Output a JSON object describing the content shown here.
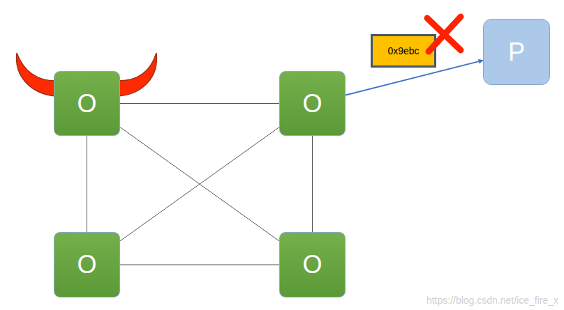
{
  "diagram": {
    "nodes": [
      {
        "text": [
          "O"
        ]
      },
      {
        "text": [
          "O"
        ]
      },
      {
        "text": [
          "0x9ebc"
        ]
      },
      {
        "text": [
          "P"
        ]
      },
      {
        "text": [
          "O"
        ]
      },
      {
        "text": [
          "O"
        ]
      }
    ],
    "edges": [
      {
        "from": 0,
        "to": 1,
        "arrow": "none"
      },
      {
        "from": 0,
        "to": 4,
        "arrow": "none"
      },
      {
        "from": 0,
        "to": 5,
        "arrow": "none"
      },
      {
        "from": 1,
        "to": 4,
        "arrow": "none"
      },
      {
        "from": 1,
        "to": 5,
        "arrow": "none"
      },
      {
        "from": 4,
        "to": 5,
        "arrow": "none"
      },
      {
        "from": 1,
        "to": 3,
        "arrow": "to"
      }
    ],
    "labels": [
      "https://blog.csdn.net/ice_fire_x"
    ]
  }
}
